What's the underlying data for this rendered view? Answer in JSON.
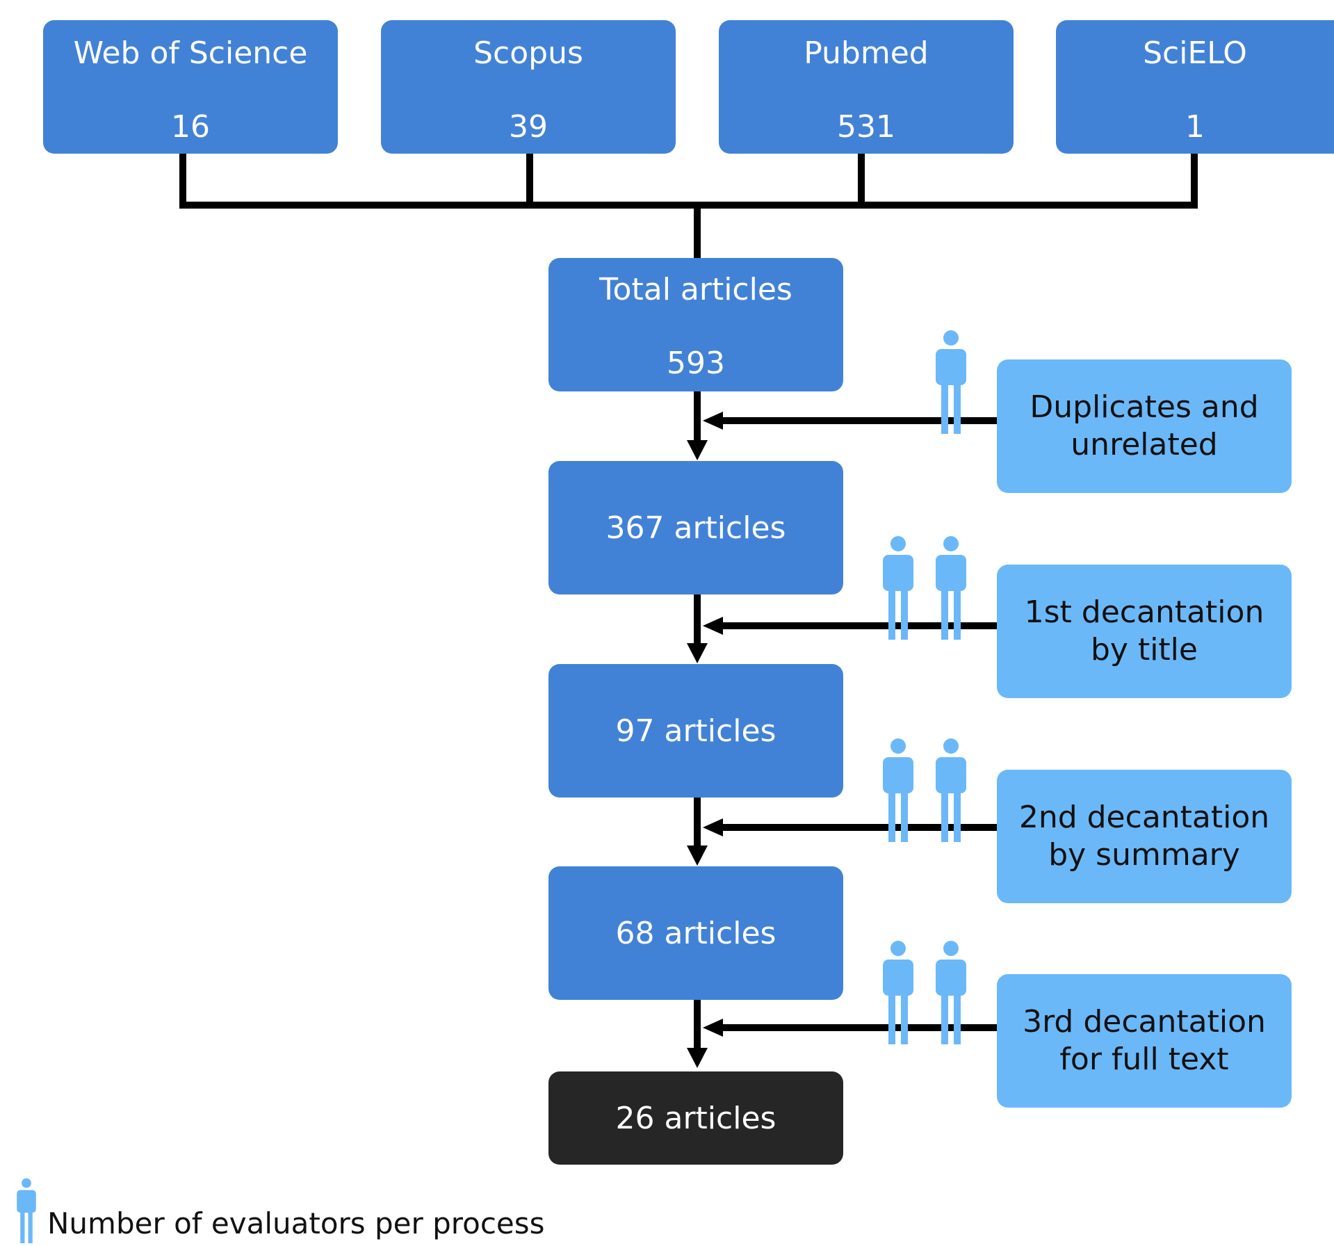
{
  "sources": [
    {
      "name": "Web of Science",
      "count": "16"
    },
    {
      "name": "Scopus",
      "count": "39"
    },
    {
      "name": "Pubmed",
      "count": "531"
    },
    {
      "name": "SciELO",
      "count": "1"
    }
  ],
  "total": {
    "name": "Total articles",
    "count": "593"
  },
  "stages": [
    "367 articles",
    "97 articles",
    "68 articles"
  ],
  "final": "26 articles",
  "processes": [
    {
      "lines": [
        "Duplicates and",
        "unrelated"
      ],
      "evaluators": 1
    },
    {
      "lines": [
        "1st decantation",
        "by title"
      ],
      "evaluators": 2
    },
    {
      "lines": [
        "2nd decantation",
        "by summary"
      ],
      "evaluators": 2
    },
    {
      "lines": [
        "3rd decantation",
        "for full text"
      ],
      "evaluators": 2
    }
  ],
  "legend": {
    "text": "Number of evaluators per process",
    "icon": "person-icon"
  },
  "colors": {
    "source_box": "#4282d6",
    "process_box": "#6bb8f8",
    "final_box": "#262626",
    "evaluator": "#6bb8f8"
  }
}
